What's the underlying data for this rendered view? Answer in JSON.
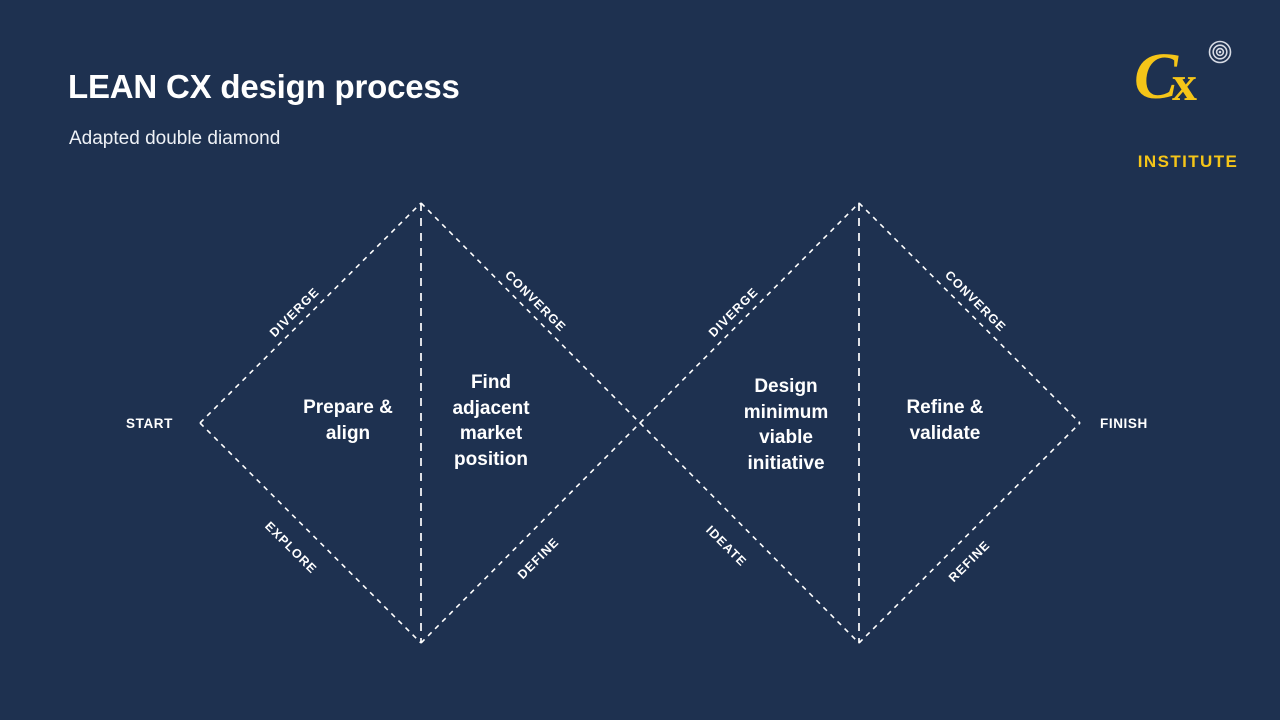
{
  "slide": {
    "background_color": "#1e3150",
    "title": "LEAN CX design process",
    "subtitle": "Adapted double diamond"
  },
  "logo": {
    "mark_text": "Cx",
    "wordmark": "INSTITUTE",
    "accent_color": "#f5c518",
    "registered_icon": "spiral-registered-icon"
  },
  "diagram": {
    "type": "double-diamond",
    "line_color": "#ffffff",
    "line_style": "dashed",
    "start_label": "START",
    "finish_label": "FINISH",
    "diamonds": [
      {
        "name": "discovery-diamond",
        "top_edge_left_label": "DIVERGE",
        "top_edge_right_label": "CONVERGE",
        "bottom_edge_left_label": "EXPLORE",
        "bottom_edge_right_label": "DEFINE",
        "left_phase": "Prepare &\nalign",
        "right_phase": "Find\nadjacent\nmarket\nposition"
      },
      {
        "name": "delivery-diamond",
        "top_edge_left_label": "DIVERGE",
        "top_edge_right_label": "CONVERGE",
        "bottom_edge_left_label": "IDEATE",
        "bottom_edge_right_label": "REFINE",
        "left_phase": "Design\nminimum\nviable\ninitiative",
        "right_phase": "Refine &\nvalidate"
      }
    ],
    "phase_texts": {
      "prepare_align": [
        "Prepare &",
        "align"
      ],
      "find_adjacent": [
        "Find",
        "adjacent",
        "market",
        "position"
      ],
      "design_mvi": [
        "Design",
        "minimum",
        "viable",
        "initiative"
      ],
      "refine_validate": [
        "Refine &",
        "validate"
      ]
    },
    "edge_labels": {
      "d1_diverge": "DIVERGE",
      "d1_converge": "CONVERGE",
      "d1_explore": "EXPLORE",
      "d1_define": "DEFINE",
      "d2_diverge": "DIVERGE",
      "d2_converge": "CONVERGE",
      "d2_ideate": "IDEATE",
      "d2_refine": "REFINE"
    }
  }
}
